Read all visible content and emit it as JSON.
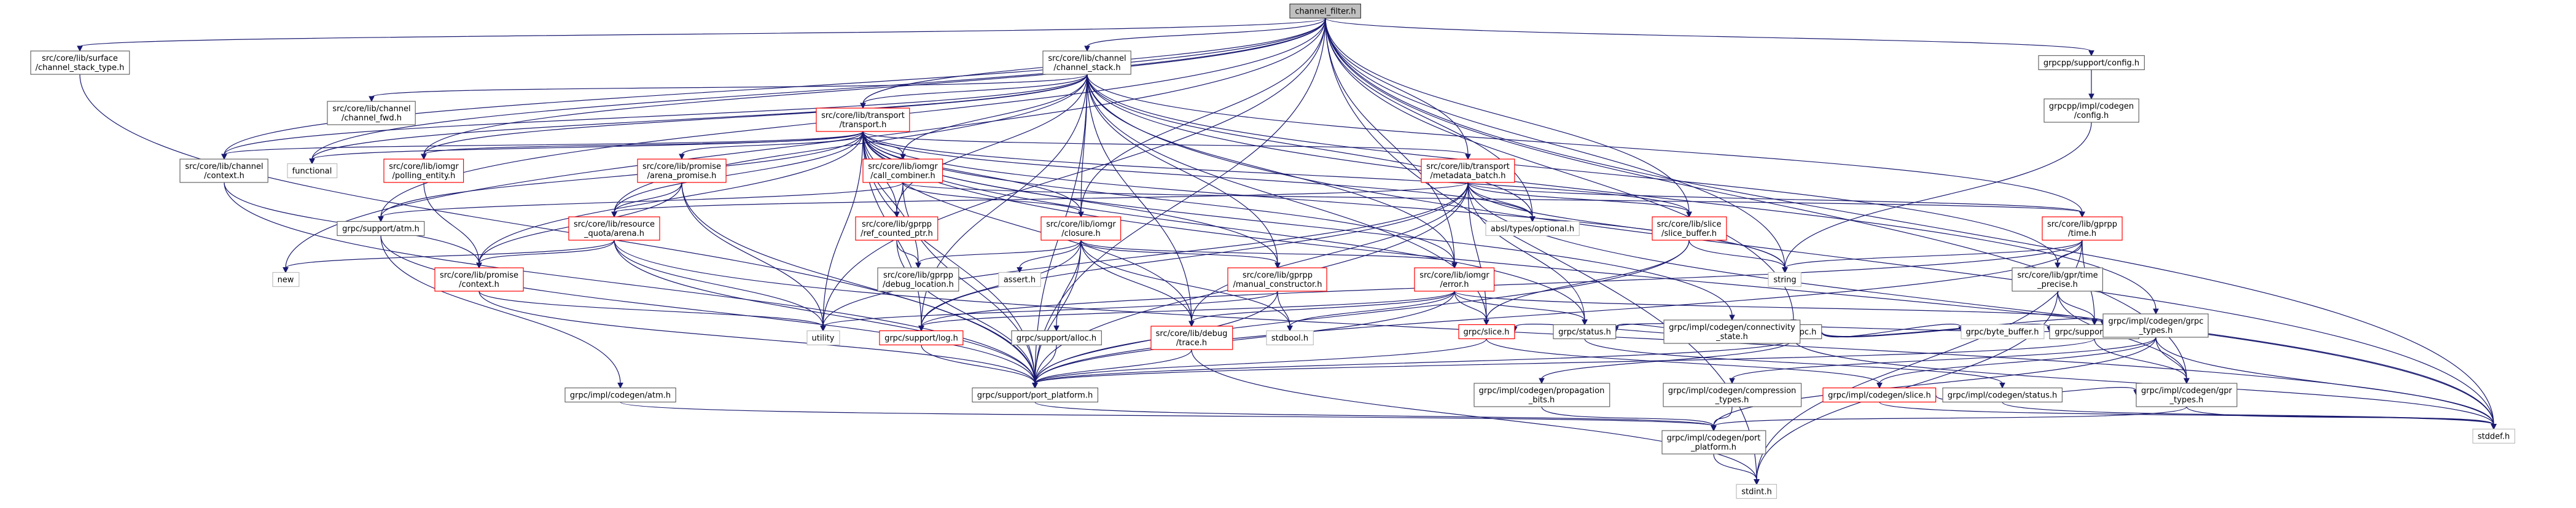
{
  "nodes": [
    {
      "id": "root",
      "lines": [
        "channel_filter.h"
      ],
      "style": "root"
    },
    {
      "id": "surface",
      "lines": [
        "src/core/lib/surface",
        "/channel_stack_type.h"
      ],
      "style": "normal"
    },
    {
      "id": "chstack",
      "lines": [
        "src/core/lib/channel",
        "/channel_stack.h"
      ],
      "style": "normal"
    },
    {
      "id": "grpcpp_config",
      "lines": [
        "grpcpp/support/config.h"
      ],
      "style": "normal"
    },
    {
      "id": "chfwd",
      "lines": [
        "src/core/lib/channel",
        "/channel_fwd.h"
      ],
      "style": "normal"
    },
    {
      "id": "transport",
      "lines": [
        "src/core/lib/transport",
        "/transport.h"
      ],
      "style": "red"
    },
    {
      "id": "impl_config",
      "lines": [
        "grpcpp/impl/codegen",
        "/config.h"
      ],
      "style": "normal"
    },
    {
      "id": "chcontext",
      "lines": [
        "src/core/lib/channel",
        "/context.h"
      ],
      "style": "normal"
    },
    {
      "id": "functional",
      "lines": [
        "functional"
      ],
      "style": "plain"
    },
    {
      "id": "polling",
      "lines": [
        "src/core/lib/iomgr",
        "/polling_entity.h"
      ],
      "style": "red"
    },
    {
      "id": "arena_promise",
      "lines": [
        "src/core/lib/promise",
        "/arena_promise.h"
      ],
      "style": "red"
    },
    {
      "id": "call_combiner",
      "lines": [
        "src/core/lib/iomgr",
        "/call_combiner.h"
      ],
      "style": "red"
    },
    {
      "id": "metadata_batch",
      "lines": [
        "src/core/lib/transport",
        "/metadata_batch.h"
      ],
      "style": "red"
    },
    {
      "id": "atm",
      "lines": [
        "grpc/support/atm.h"
      ],
      "style": "normal"
    },
    {
      "id": "arena",
      "lines": [
        "src/core/lib/resource",
        "_quota/arena.h"
      ],
      "style": "red"
    },
    {
      "id": "refptr",
      "lines": [
        "src/core/lib/gprpp",
        "/ref_counted_ptr.h"
      ],
      "style": "red"
    },
    {
      "id": "closure",
      "lines": [
        "src/core/lib/iomgr",
        "/closure.h"
      ],
      "style": "red"
    },
    {
      "id": "optional",
      "lines": [
        "absl/types/optional.h"
      ],
      "style": "plain"
    },
    {
      "id": "slice_buffer",
      "lines": [
        "src/core/lib/slice",
        "/slice_buffer.h"
      ],
      "style": "red"
    },
    {
      "id": "gtime",
      "lines": [
        "src/core/lib/gprpp",
        "/time.h"
      ],
      "style": "red"
    },
    {
      "id": "new",
      "lines": [
        "new"
      ],
      "style": "plain"
    },
    {
      "id": "pcontext",
      "lines": [
        "src/core/lib/promise",
        "/context.h"
      ],
      "style": "red"
    },
    {
      "id": "debug_loc",
      "lines": [
        "src/core/lib/gprpp",
        "/debug_location.h"
      ],
      "style": "normal"
    },
    {
      "id": "assert",
      "lines": [
        "assert.h"
      ],
      "style": "plain"
    },
    {
      "id": "manual",
      "lines": [
        "src/core/lib/gprpp",
        "/manual_constructor.h"
      ],
      "style": "red"
    },
    {
      "id": "error",
      "lines": [
        "src/core/lib/iomgr",
        "/error.h"
      ],
      "style": "red"
    },
    {
      "id": "string",
      "lines": [
        "string"
      ],
      "style": "plain"
    },
    {
      "id": "gpr_time_precise",
      "lines": [
        "src/core/lib/gpr/time",
        "_precise.h"
      ],
      "style": "normal"
    },
    {
      "id": "grpc_h",
      "lines": [
        "grpc/grpc.h"
      ],
      "style": "normal"
    },
    {
      "id": "utility",
      "lines": [
        "utility"
      ],
      "style": "plain"
    },
    {
      "id": "log",
      "lines": [
        "grpc/support/log.h"
      ],
      "style": "red"
    },
    {
      "id": "alloc",
      "lines": [
        "grpc/support/alloc.h"
      ],
      "style": "normal"
    },
    {
      "id": "trace",
      "lines": [
        "src/core/lib/debug",
        "/trace.h"
      ],
      "style": "red"
    },
    {
      "id": "stdbool",
      "lines": [
        "stdbool.h"
      ],
      "style": "plain"
    },
    {
      "id": "slice",
      "lines": [
        "grpc/slice.h"
      ],
      "style": "red"
    },
    {
      "id": "status",
      "lines": [
        "grpc/status.h"
      ],
      "style": "normal"
    },
    {
      "id": "connectivity",
      "lines": [
        "grpc/impl/codegen/connectivity",
        "_state.h"
      ],
      "style": "normal"
    },
    {
      "id": "byte_buffer",
      "lines": [
        "grpc/byte_buffer.h"
      ],
      "style": "plain"
    },
    {
      "id": "support_time",
      "lines": [
        "grpc/support/time.h"
      ],
      "style": "normal"
    },
    {
      "id": "grpc_types",
      "lines": [
        "grpc/impl/codegen/grpc",
        "_types.h"
      ],
      "style": "normal"
    },
    {
      "id": "port_platform",
      "lines": [
        "grpc/support/port_platform.h"
      ],
      "style": "normal"
    },
    {
      "id": "impl_atm",
      "lines": [
        "grpc/impl/codegen/atm.h"
      ],
      "style": "normal"
    },
    {
      "id": "propagation",
      "lines": [
        "grpc/impl/codegen/propagation",
        "_bits.h"
      ],
      "style": "normal"
    },
    {
      "id": "compression",
      "lines": [
        "grpc/impl/codegen/compression",
        "_types.h"
      ],
      "style": "normal"
    },
    {
      "id": "impl_slice",
      "lines": [
        "grpc/impl/codegen/slice.h"
      ],
      "style": "red"
    },
    {
      "id": "impl_status",
      "lines": [
        "grpc/impl/codegen/status.h"
      ],
      "style": "normal"
    },
    {
      "id": "gpr_types",
      "lines": [
        "grpc/impl/codegen/gpr",
        "_types.h"
      ],
      "style": "normal"
    },
    {
      "id": "impl_port",
      "lines": [
        "grpc/impl/codegen/port",
        "_platform.h"
      ],
      "style": "normal"
    },
    {
      "id": "stddef",
      "lines": [
        "stddef.h"
      ],
      "style": "plain"
    },
    {
      "id": "stdint",
      "lines": [
        "stdint.h"
      ],
      "style": "plain"
    }
  ],
  "edges": [
    [
      "root",
      "surface"
    ],
    [
      "root",
      "chstack"
    ],
    [
      "root",
      "grpcpp_config"
    ],
    [
      "root",
      "transport"
    ],
    [
      "root",
      "chcontext"
    ],
    [
      "root",
      "functional"
    ],
    [
      "root",
      "polling"
    ],
    [
      "root",
      "metadata_batch"
    ],
    [
      "root",
      "atm"
    ],
    [
      "root",
      "closure"
    ],
    [
      "root",
      "slice_buffer"
    ],
    [
      "root",
      "new"
    ],
    [
      "root",
      "error"
    ],
    [
      "root",
      "string"
    ],
    [
      "root",
      "utility"
    ],
    [
      "root",
      "grpc_h"
    ],
    [
      "root",
      "stdint"
    ],
    [
      "root",
      "stddef"
    ],
    [
      "root",
      "gpr_types"
    ],
    [
      "root",
      "port_platform"
    ],
    [
      "root",
      "optional"
    ],
    [
      "surface",
      "port_platform"
    ],
    [
      "grpcpp_config",
      "impl_config"
    ],
    [
      "impl_config",
      "string"
    ],
    [
      "chstack",
      "chfwd"
    ],
    [
      "chstack",
      "transport"
    ],
    [
      "chstack",
      "chcontext"
    ],
    [
      "chstack",
      "functional"
    ],
    [
      "chstack",
      "polling"
    ],
    [
      "chstack",
      "arena"
    ],
    [
      "chstack",
      "call_combiner"
    ],
    [
      "chstack",
      "refptr"
    ],
    [
      "chstack",
      "closure"
    ],
    [
      "chstack",
      "error"
    ],
    [
      "chstack",
      "manual"
    ],
    [
      "chstack",
      "trace"
    ],
    [
      "chstack",
      "log"
    ],
    [
      "chstack",
      "slice"
    ],
    [
      "chstack",
      "gtime"
    ],
    [
      "chstack",
      "gpr_time_precise"
    ],
    [
      "chstack",
      "port_platform"
    ],
    [
      "chstack",
      "grpc_types"
    ],
    [
      "chstack",
      "stddef"
    ],
    [
      "chstack",
      "optional"
    ],
    [
      "transport",
      "functional"
    ],
    [
      "transport",
      "polling"
    ],
    [
      "transport",
      "arena_promise"
    ],
    [
      "transport",
      "call_combiner"
    ],
    [
      "transport",
      "metadata_batch"
    ],
    [
      "transport",
      "atm"
    ],
    [
      "transport",
      "arena"
    ],
    [
      "transport",
      "refptr"
    ],
    [
      "transport",
      "closure"
    ],
    [
      "transport",
      "optional"
    ],
    [
      "transport",
      "slice_buffer"
    ],
    [
      "transport",
      "pcontext"
    ],
    [
      "transport",
      "debug_loc"
    ],
    [
      "transport",
      "error"
    ],
    [
      "transport",
      "string"
    ],
    [
      "transport",
      "utility"
    ],
    [
      "transport",
      "log"
    ],
    [
      "transport",
      "trace"
    ],
    [
      "transport",
      "connectivity"
    ],
    [
      "transport",
      "port_platform"
    ],
    [
      "transport",
      "stddef"
    ],
    [
      "transport",
      "status"
    ],
    [
      "transport",
      "manual"
    ],
    [
      "transport",
      "chcontext"
    ],
    [
      "chcontext",
      "pcontext"
    ],
    [
      "chcontext",
      "port_platform"
    ],
    [
      "polling",
      "pcontext"
    ],
    [
      "arena_promise",
      "arena"
    ],
    [
      "arena_promise",
      "pcontext"
    ],
    [
      "arena_promise",
      "utility"
    ],
    [
      "arena_promise",
      "port_platform"
    ],
    [
      "call_combiner",
      "refptr"
    ],
    [
      "call_combiner",
      "closure"
    ],
    [
      "call_combiner",
      "atm"
    ],
    [
      "call_combiner",
      "port_platform"
    ],
    [
      "call_combiner",
      "gtime"
    ],
    [
      "metadata_batch",
      "arena"
    ],
    [
      "metadata_batch",
      "optional"
    ],
    [
      "metadata_batch",
      "slice_buffer"
    ],
    [
      "metadata_batch",
      "gtime"
    ],
    [
      "metadata_batch",
      "string"
    ],
    [
      "metadata_batch",
      "utility"
    ],
    [
      "metadata_batch",
      "slice"
    ],
    [
      "metadata_batch",
      "status"
    ],
    [
      "metadata_batch",
      "port_platform"
    ],
    [
      "metadata_batch",
      "trace"
    ],
    [
      "metadata_batch",
      "stddef"
    ],
    [
      "metadata_batch",
      "log"
    ],
    [
      "atm",
      "impl_atm"
    ],
    [
      "atm",
      "port_platform"
    ],
    [
      "arena",
      "new"
    ],
    [
      "arena",
      "pcontext"
    ],
    [
      "arena",
      "utility"
    ],
    [
      "arena",
      "port_platform"
    ],
    [
      "arena",
      "stddef"
    ],
    [
      "refptr",
      "debug_loc"
    ],
    [
      "refptr",
      "port_platform"
    ],
    [
      "closure",
      "debug_loc"
    ],
    [
      "closure",
      "assert"
    ],
    [
      "closure",
      "manual"
    ],
    [
      "closure",
      "error"
    ],
    [
      "closure",
      "log"
    ],
    [
      "closure",
      "alloc"
    ],
    [
      "closure",
      "stdbool"
    ],
    [
      "closure",
      "port_platform"
    ],
    [
      "closure",
      "trace"
    ],
    [
      "slice_buffer",
      "slice"
    ],
    [
      "slice_buffer",
      "string"
    ],
    [
      "slice_buffer",
      "port_platform"
    ],
    [
      "gtime",
      "gpr_time_precise"
    ],
    [
      "gtime",
      "support_time"
    ],
    [
      "gtime",
      "string"
    ],
    [
      "gtime",
      "stdint"
    ],
    [
      "gtime",
      "port_platform"
    ],
    [
      "gtime",
      "log"
    ],
    [
      "pcontext",
      "utility"
    ],
    [
      "pcontext",
      "port_platform"
    ],
    [
      "manual",
      "utility"
    ],
    [
      "manual",
      "port_platform"
    ],
    [
      "manual",
      "stdbool"
    ],
    [
      "error",
      "slice"
    ],
    [
      "error",
      "status"
    ],
    [
      "error",
      "trace"
    ],
    [
      "error",
      "support_time"
    ],
    [
      "error",
      "log"
    ],
    [
      "error",
      "stdbool"
    ],
    [
      "error",
      "port_platform"
    ],
    [
      "gpr_time_precise",
      "support_time"
    ],
    [
      "gpr_time_precise",
      "stdint"
    ],
    [
      "gpr_time_precise",
      "gpr_types"
    ],
    [
      "grpc_h",
      "grpc_types"
    ],
    [
      "grpc_h",
      "byte_buffer"
    ],
    [
      "grpc_h",
      "connectivity"
    ],
    [
      "grpc_h",
      "propagation"
    ],
    [
      "grpc_h",
      "slice"
    ],
    [
      "grpc_h",
      "status"
    ],
    [
      "grpc_h",
      "support_time"
    ],
    [
      "grpc_h",
      "stddef"
    ],
    [
      "grpc_h",
      "port_platform"
    ],
    [
      "log",
      "port_platform"
    ],
    [
      "alloc",
      "port_platform"
    ],
    [
      "trace",
      "port_platform"
    ],
    [
      "trace",
      "stdint"
    ],
    [
      "slice",
      "impl_slice"
    ],
    [
      "slice",
      "port_platform"
    ],
    [
      "status",
      "impl_status"
    ],
    [
      "support_time",
      "gpr_types"
    ],
    [
      "support_time",
      "port_platform"
    ],
    [
      "support_time",
      "support_time"
    ],
    [
      "grpc_types",
      "compression"
    ],
    [
      "grpc_types",
      "gpr_types"
    ],
    [
      "grpc_types",
      "impl_slice"
    ],
    [
      "grpc_types",
      "status"
    ],
    [
      "grpc_types",
      "impl_port"
    ],
    [
      "grpc_types",
      "stddef"
    ],
    [
      "port_platform",
      "impl_port"
    ],
    [
      "impl_atm",
      "impl_port"
    ],
    [
      "propagation",
      "impl_port"
    ],
    [
      "compression",
      "impl_port"
    ],
    [
      "impl_slice",
      "gpr_types"
    ],
    [
      "impl_slice",
      "stddef"
    ],
    [
      "impl_status",
      "stddef"
    ],
    [
      "gpr_types",
      "impl_port"
    ],
    [
      "gpr_types",
      "stddef"
    ],
    [
      "impl_port",
      "stdint"
    ]
  ],
  "colors": {
    "edge": "#191970",
    "root_fill": "#bfbfbf",
    "red_border": "#ff0000",
    "normal_border": "#666666",
    "plain_border": "#bfbfbf"
  }
}
